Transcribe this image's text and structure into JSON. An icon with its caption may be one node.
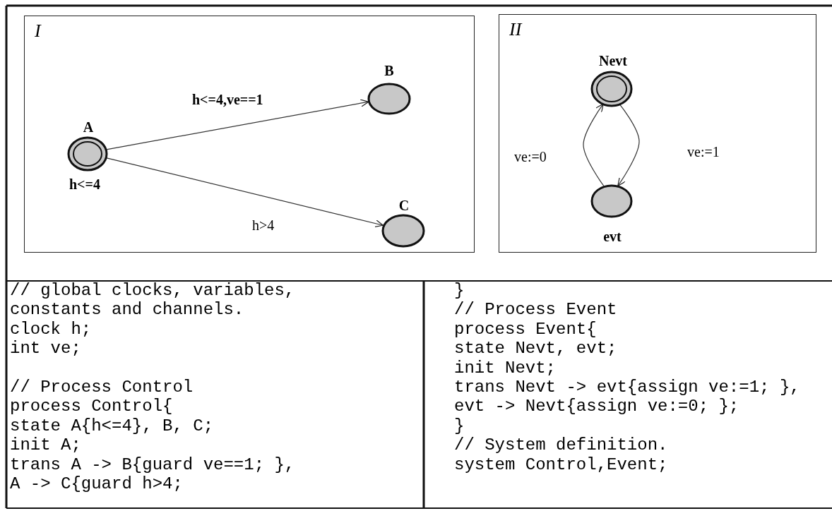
{
  "diagram": {
    "nodes": [
      {
        "text": [
          "I"
        ]
      },
      {
        "text": [
          "A"
        ],
        "beside": [
          "h<=4"
        ],
        "in": 0
      },
      {
        "text": [
          "B"
        ],
        "in": 0
      },
      {
        "text": [
          "C"
        ],
        "in": 0
      },
      {
        "text": [
          "II"
        ]
      },
      {
        "text": [
          "Nevt"
        ],
        "in": 4
      },
      {
        "text": [
          "evt"
        ],
        "in": 4
      }
    ],
    "edges": [
      {
        "from": 1,
        "to": 2,
        "arrow": "to",
        "label": "h<=4,ve==1"
      },
      {
        "from": 1,
        "to": 3,
        "arrow": "to",
        "label": "h>4"
      },
      {
        "from": 5,
        "to": 6,
        "arrow": "to",
        "label": "ve:=1"
      },
      {
        "from": 6,
        "to": 5,
        "arrow": "to",
        "label": "ve:=0"
      }
    ],
    "labels": [
      "// global clocks, variables,",
      "constants and channels.",
      "clock h;",
      "int ve;",
      "// Process Control",
      "process Control{",
      "state A{h<=4}, B, C;",
      "init A;",
      "trans A -> B{guard ve==1; },",
      "A -> C{guard h>4;",
      "}",
      "// Process Event",
      "process Event{",
      "state Nevt, evt;",
      "init Nevt;",
      "trans Nevt -> evt{assign ve:=1; },",
      "evt -> Nevt{assign ve:=0; };",
      "}",
      "// System definition.",
      "system Control,Event;"
    ]
  }
}
